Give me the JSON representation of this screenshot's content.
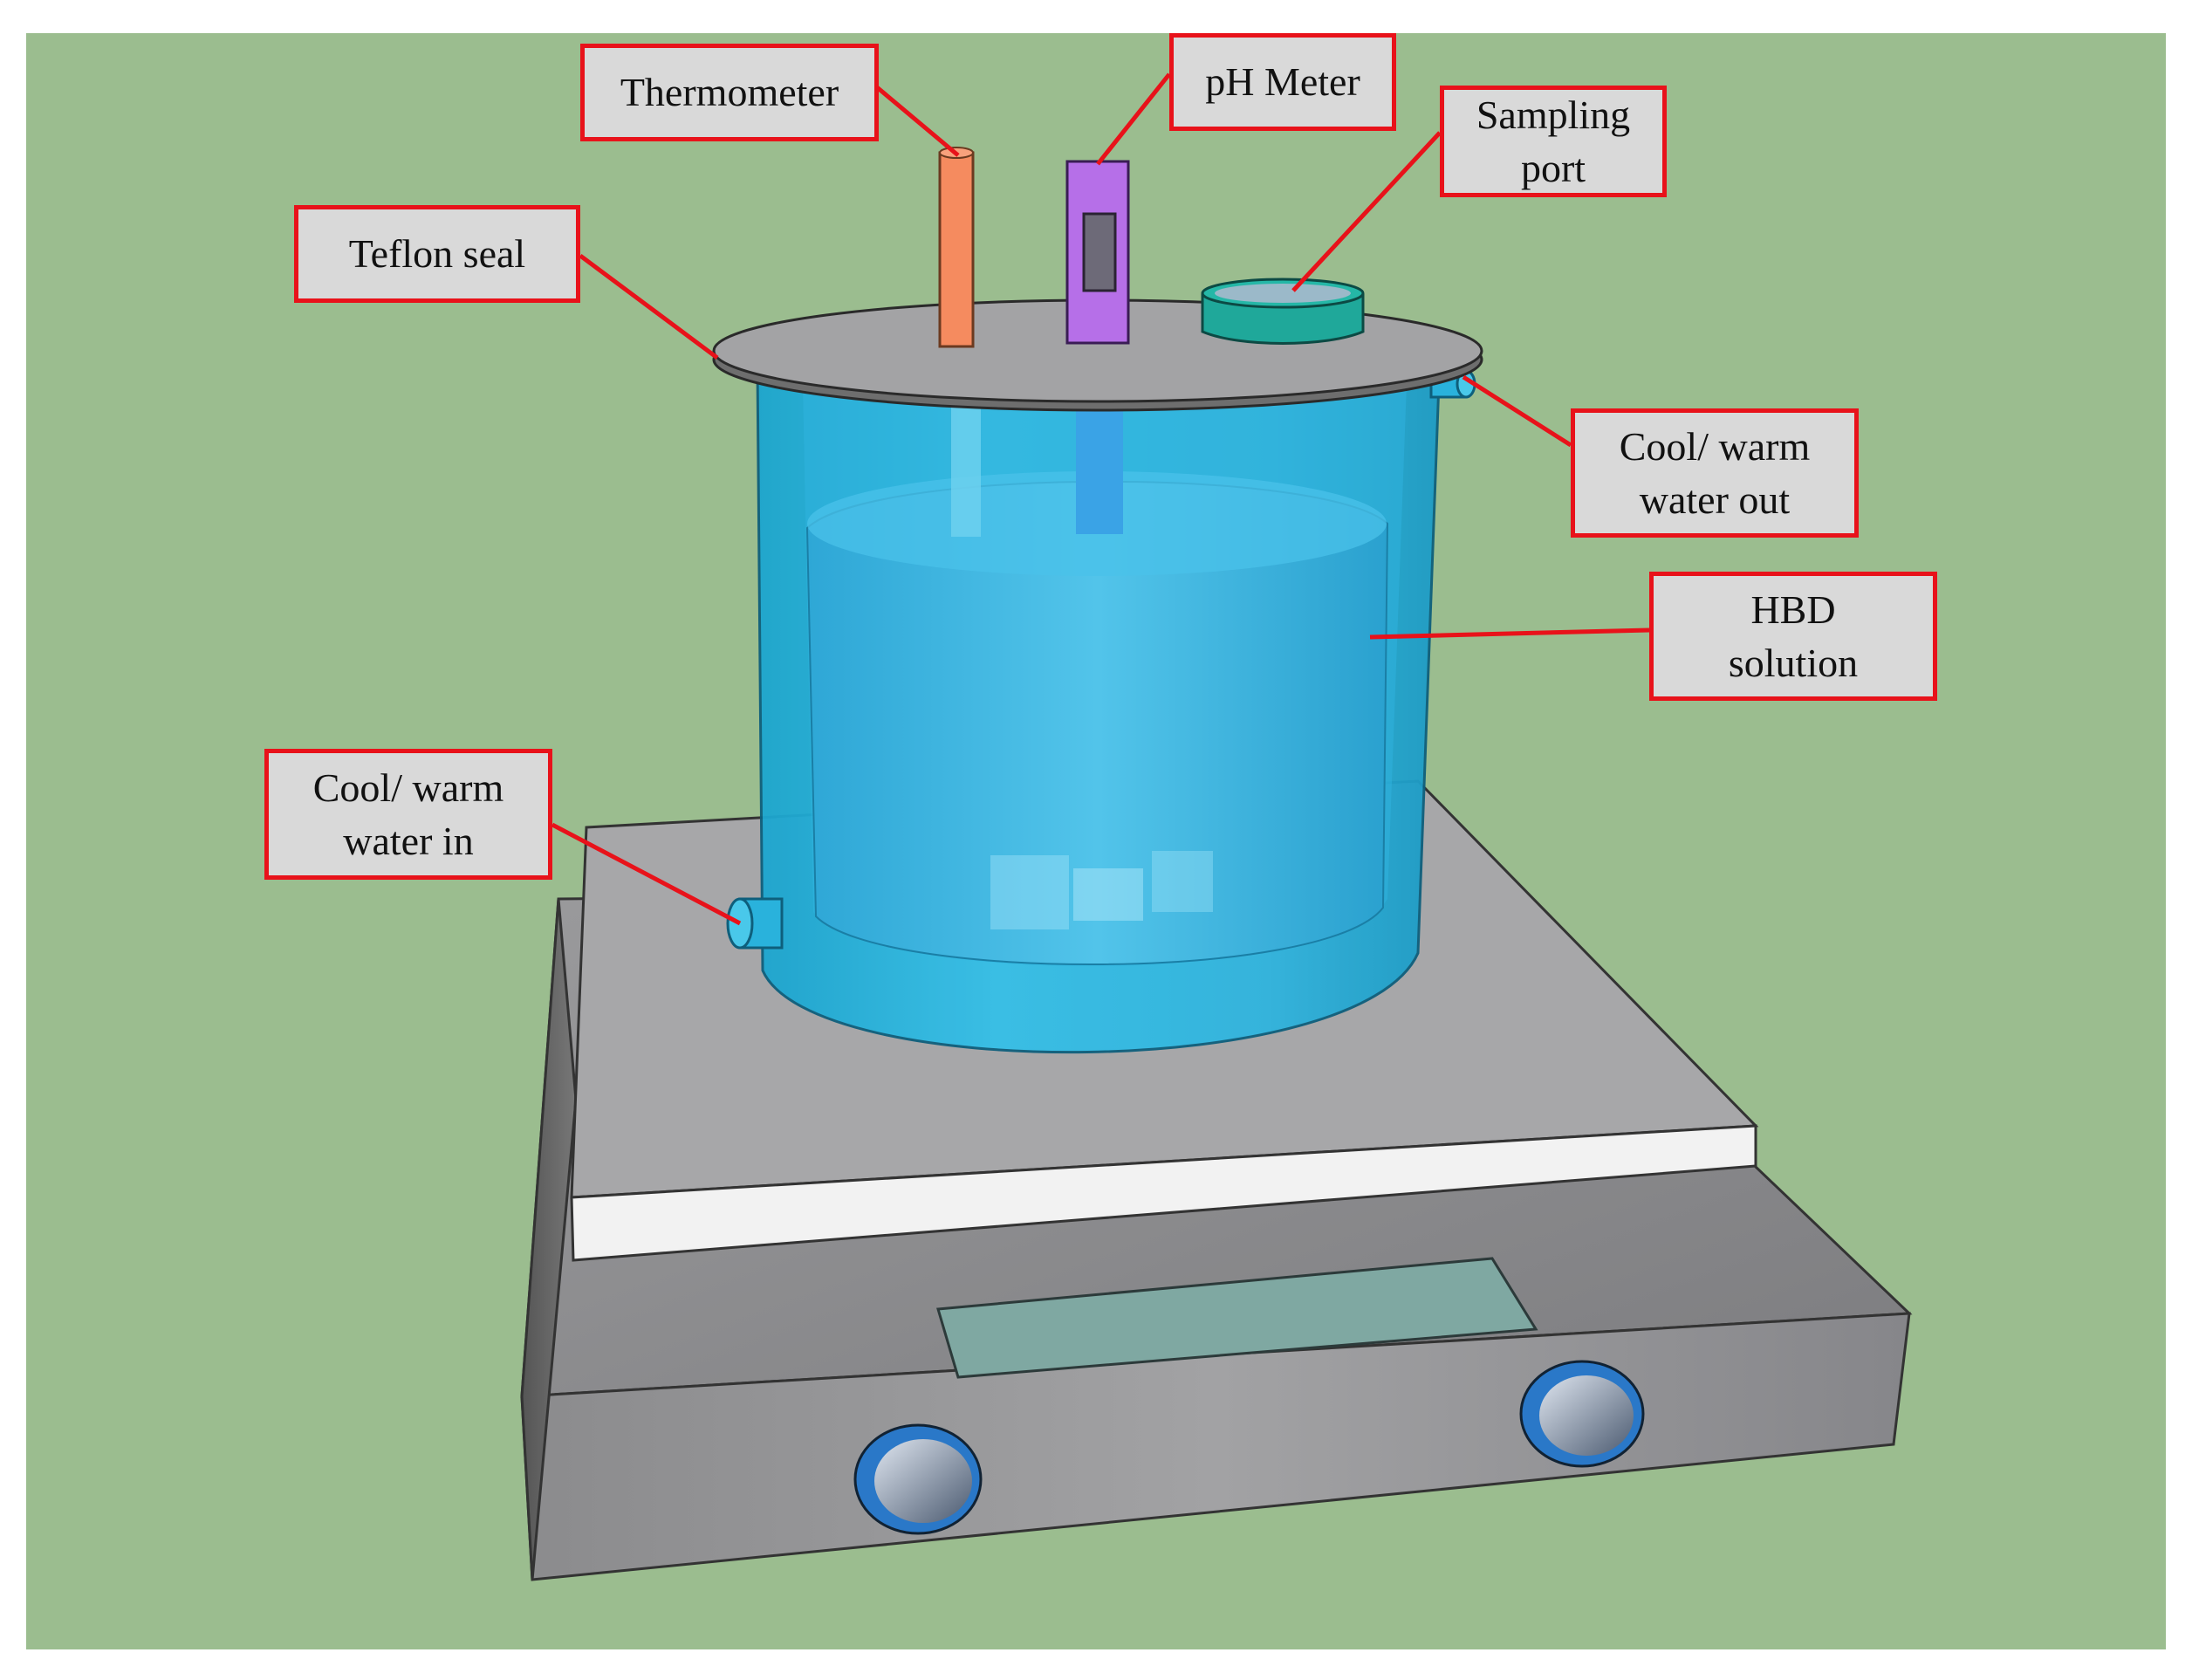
{
  "colors": {
    "background": "#9bbd8f",
    "label_fill": "#d9d9d9",
    "label_border": "#e8121a",
    "vessel": "#29b6e0",
    "solution": "#3fb2dd",
    "thermometer": "#f58b5f",
    "ph_meter": "#b66fe8",
    "hotplate_top": "#a7a7a9",
    "hotplate_base": "#8e8e8e",
    "display": "#7fa8a2",
    "knob": "#2a78c8"
  },
  "labels": {
    "thermometer": "Thermometer",
    "ph_meter": "pH Meter",
    "sampling_port": "Sampling\nport",
    "teflon_seal": "Teflon seal",
    "water_out": "Cool/ warm\nwater out",
    "hbd_solution": "HBD\nsolution",
    "water_in": "Cool/ warm\nwater in"
  },
  "icons": {
    "thermometer": "thermometer-icon",
    "ph_meter": "ph-meter-icon",
    "sampling_port": "sampling-port-icon",
    "inlet": "water-inlet-icon",
    "outlet": "water-outlet-icon",
    "knob": "knob-icon",
    "display": "display-panel-icon"
  }
}
